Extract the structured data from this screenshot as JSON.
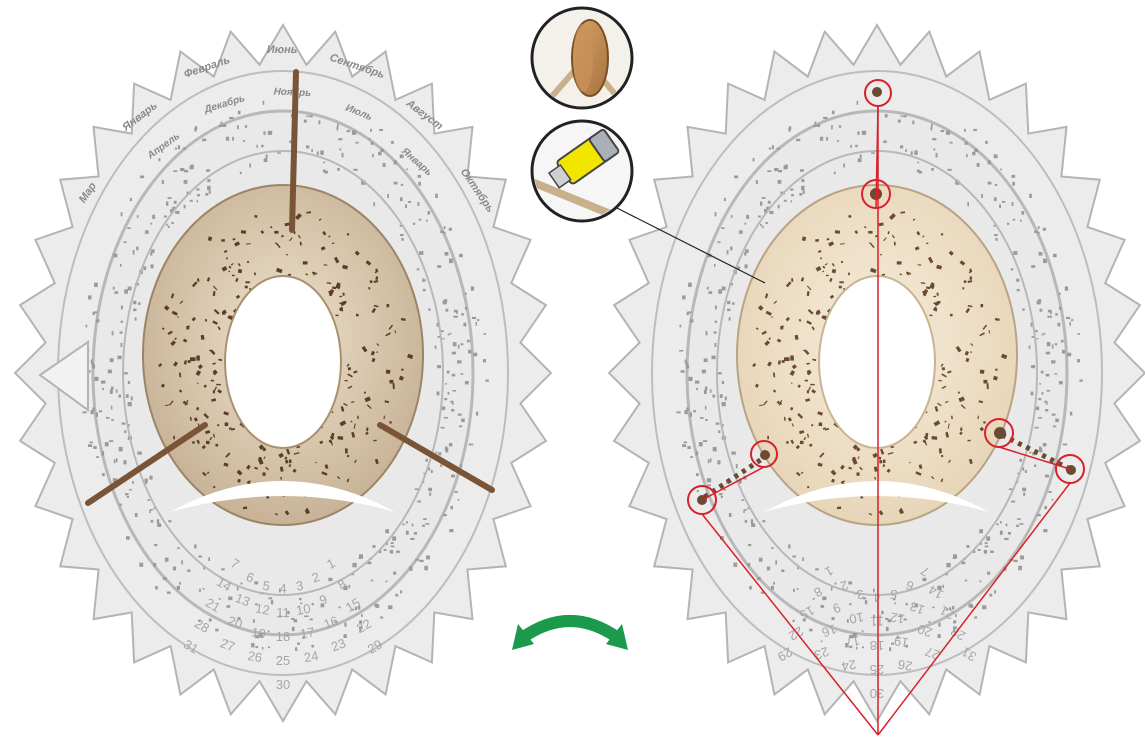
{
  "left_wheel": {
    "months_outer": [
      "Map",
      "Январь",
      "Февраль",
      "Июнь",
      "Сентябрь",
      "Август",
      "Октябрь"
    ],
    "months_inner": [
      "Апрель",
      "Декабрь",
      "Ноябрь",
      "Июль",
      "Январь"
    ],
    "day_numbers": [
      "1",
      "2",
      "3",
      "4",
      "5",
      "6",
      "7",
      "8",
      "9",
      "10",
      "11",
      "12",
      "13",
      "14",
      "15",
      "16",
      "17",
      "18",
      "19",
      "20",
      "21",
      "22",
      "23",
      "24",
      "25",
      "26",
      "27",
      "28",
      "29",
      "30",
      "31"
    ]
  },
  "right_wheel": {
    "day_numbers": [
      "1",
      "2",
      "3",
      "4",
      "5",
      "6",
      "7",
      "8",
      "9",
      "10",
      "11",
      "12",
      "13",
      "14",
      "15",
      "16",
      "17",
      "18",
      "19",
      "20",
      "21",
      "22",
      "23",
      "24",
      "25",
      "26",
      "27",
      "28",
      "29",
      "30",
      "31"
    ]
  },
  "colors": {
    "wheel_fill": "#ececec",
    "wheel_stroke": "#b4b4b4",
    "wood_dark": "#c8b49a",
    "wood_light": "#f2e6d2",
    "stick": "#7a5436",
    "callout": "#d8202a",
    "arrow": "#1a9a4a"
  },
  "icons": {
    "rotate": "double-headed-curved-arrow-icon",
    "disc": "wooden-disc-icon",
    "glue": "glue-stick-icon"
  }
}
